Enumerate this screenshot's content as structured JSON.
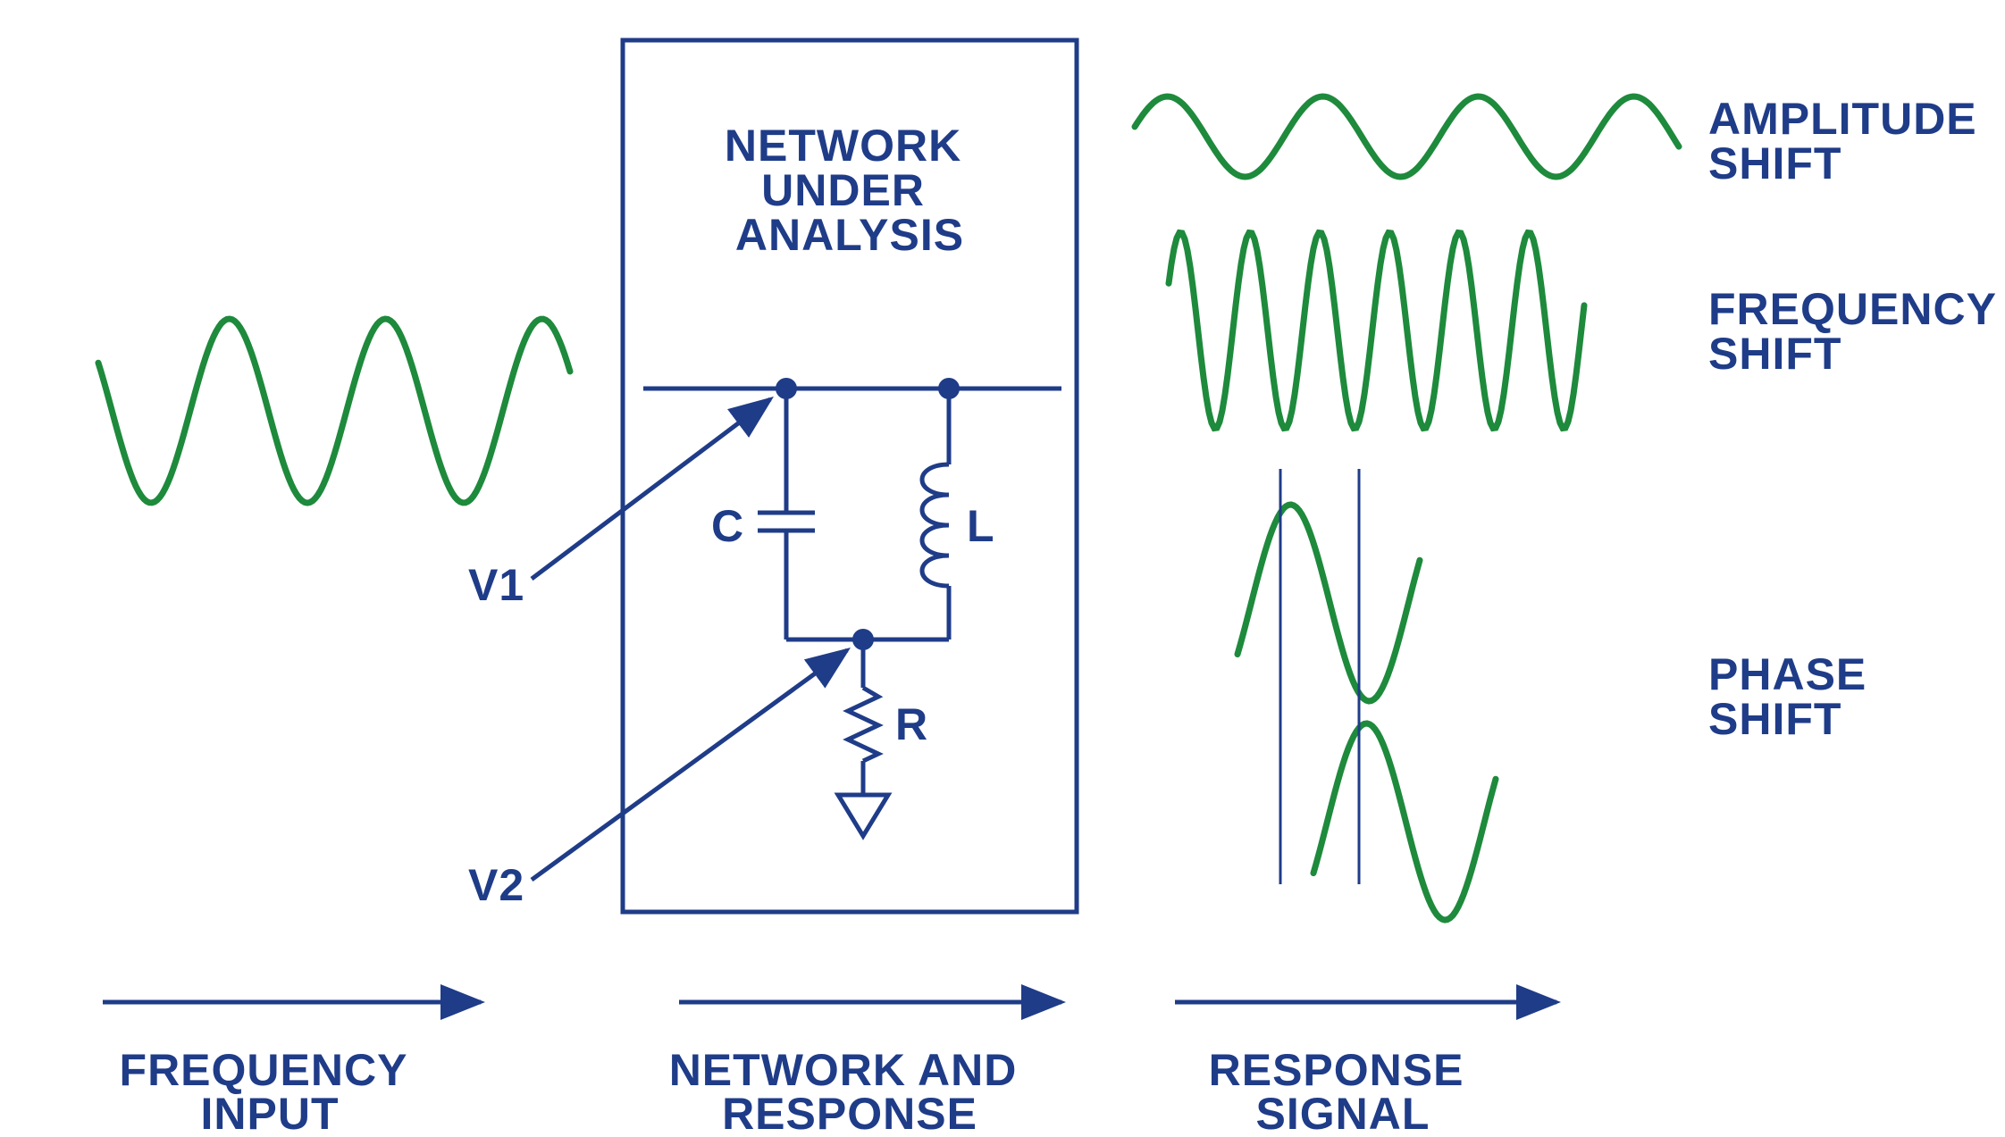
{
  "network": {
    "title": [
      "NETWORK",
      "UNDER",
      "ANALYSIS"
    ],
    "components": {
      "capacitor": "C",
      "inductor": "L",
      "resistor": "R"
    },
    "probes": {
      "v1": "V1",
      "v2": "V2"
    }
  },
  "responses": {
    "amplitude": [
      "AMPLITUDE",
      "SHIFT"
    ],
    "frequency": [
      "FREQUENCY",
      "SHIFT"
    ],
    "phase": [
      "PHASE",
      "SHIFT"
    ]
  },
  "stages": {
    "input": [
      "FREQUENCY",
      "INPUT"
    ],
    "network": [
      "NETWORK AND",
      "RESPONSE"
    ],
    "response": [
      "RESPONSE",
      "SIGNAL"
    ]
  },
  "colors": {
    "ink": "#1f3c88",
    "wave": "#1e8a3c"
  }
}
